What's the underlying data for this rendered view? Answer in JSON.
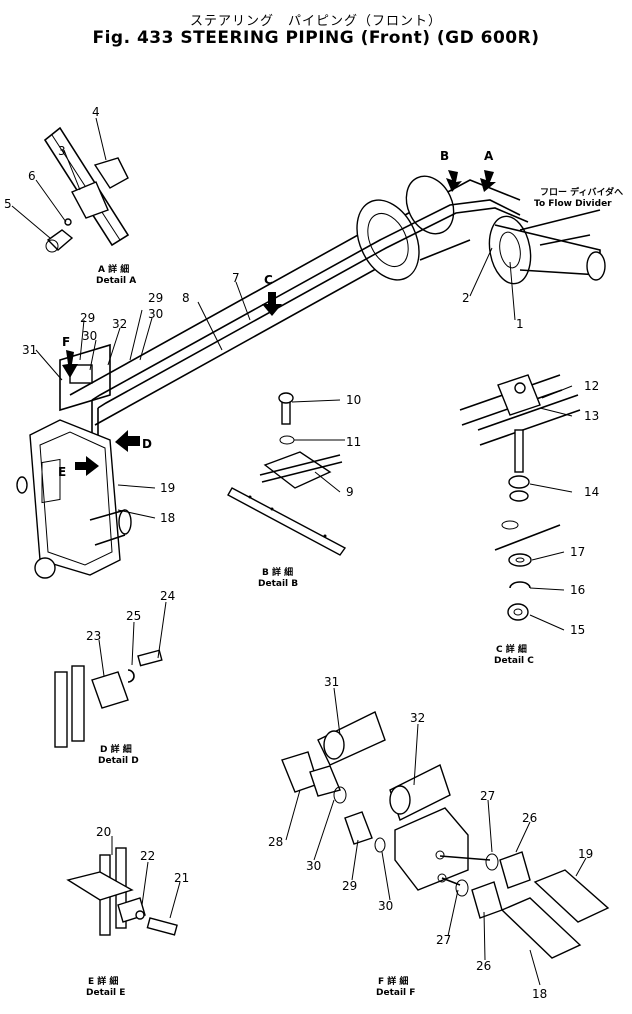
{
  "header": {
    "title_jp": "ステアリング　パイピング（フロント）",
    "title_en": "Fig. 433 STEERING PIPING (Front) (GD 600R)"
  },
  "flow": {
    "jp": "フロー ディバイダへ",
    "en": "To Flow Divider"
  },
  "details": {
    "A": {
      "jp": "A 詳 細",
      "en": "Detail A"
    },
    "B": {
      "jp": "B 詳 細",
      "en": "Detail B"
    },
    "C": {
      "jp": "C 詳 細",
      "en": "Detail C"
    },
    "D": {
      "jp": "D 詳 細",
      "en": "Detail D"
    },
    "E": {
      "jp": "E 詳 細",
      "en": "Detail E"
    },
    "F": {
      "jp": "F 詳 細",
      "en": "Detail F"
    }
  },
  "callouts": {
    "A": "A",
    "B": "B",
    "C": "C",
    "D": "D",
    "E": "E",
    "F": "F"
  },
  "parts": {
    "p1": "1",
    "p2": "2",
    "p3": "3",
    "p4": "4",
    "p5": "5",
    "p6": "6",
    "p7": "7",
    "p8": "8",
    "p9": "9",
    "p10": "10",
    "p11": "11",
    "p12": "12",
    "p13": "13",
    "p14": "14",
    "p15": "15",
    "p16": "16",
    "p17": "17",
    "p18a": "18",
    "p18b": "18",
    "p19a": "19",
    "p19b": "19",
    "p20": "20",
    "p21": "21",
    "p22": "22",
    "p23": "23",
    "p24": "24",
    "p25": "25",
    "p26a": "26",
    "p26b": "26",
    "p27a": "27",
    "p27b": "27",
    "p28": "28",
    "p29a": "29",
    "p29b": "29",
    "p29c": "29",
    "p30a": "30",
    "p30b": "30",
    "p30c": "30",
    "p30d": "30",
    "p31a": "31",
    "p31b": "31",
    "p32a": "32",
    "p32b": "32"
  }
}
